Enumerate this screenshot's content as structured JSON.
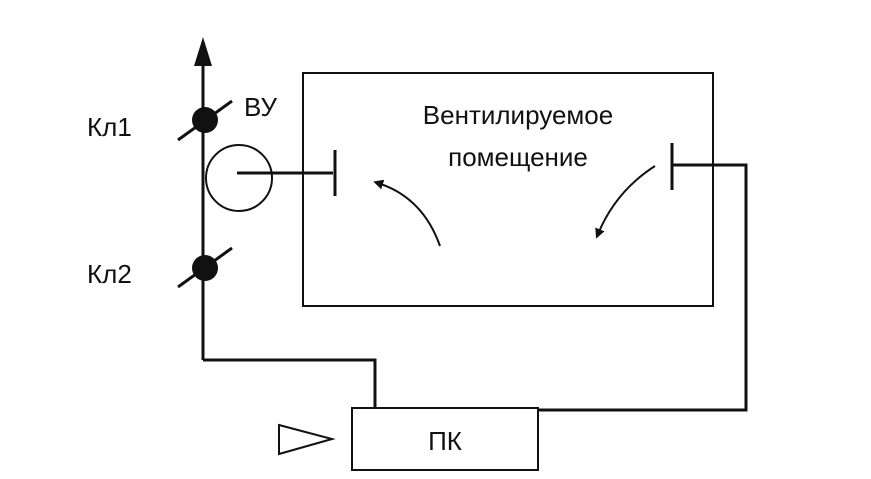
{
  "diagram": {
    "room_label_line1": "Вентилируемое",
    "room_label_line2": "помещение",
    "fan_label": "ВУ",
    "valve1_label": "Кл1",
    "valve2_label": "Кл2",
    "pk_label": "ПК",
    "line_color": "#111111",
    "background_color": "#ffffff"
  }
}
